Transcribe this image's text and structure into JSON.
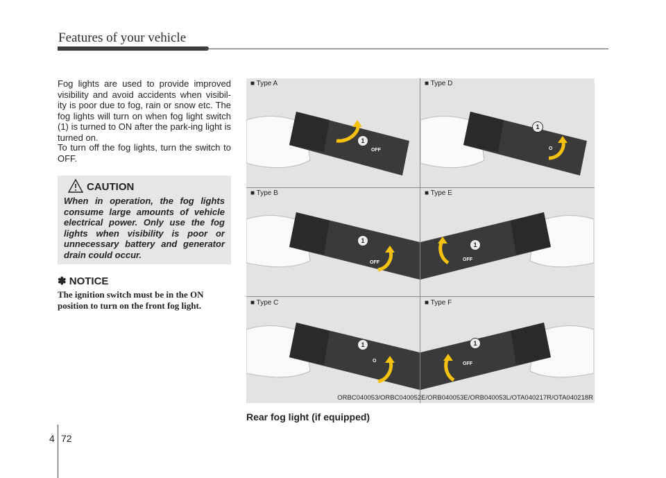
{
  "header": {
    "title": "Features of your vehicle"
  },
  "body": {
    "para1": "Fog lights are used to provide improved visibility and avoid accidents when visibil-ity is poor due to fog, rain or snow etc. The fog lights will turn on when fog light switch (1) is turned to ON after the park-ing light is turned on.",
    "para2": "To turn off the fog lights, turn the switch to OFF."
  },
  "caution": {
    "title": "CAUTION",
    "text": "When in operation, the fog lights consume large amounts of vehicle electrical power. Only use the fog lights when visibility is poor or unnecessary battery and generator drain could occur."
  },
  "notice": {
    "symbol": "✽",
    "title": "NOTICE",
    "text": "The ignition switch must be in the ON position to turn on the front fog light."
  },
  "figure": {
    "types": [
      "■ Type A",
      "■ Type D",
      "■ Type B",
      "■ Type E",
      "■ Type C",
      "■ Type F"
    ],
    "callout": "1",
    "off_label": "OFF",
    "o_label": "O",
    "code": "ORBC040053/ORBC040052E/ORB040053E/ORB040053L/OTA040217R/OTA040218R",
    "caption": "Rear fog light (if equipped)"
  },
  "footer": {
    "section": "4",
    "page": "72"
  }
}
